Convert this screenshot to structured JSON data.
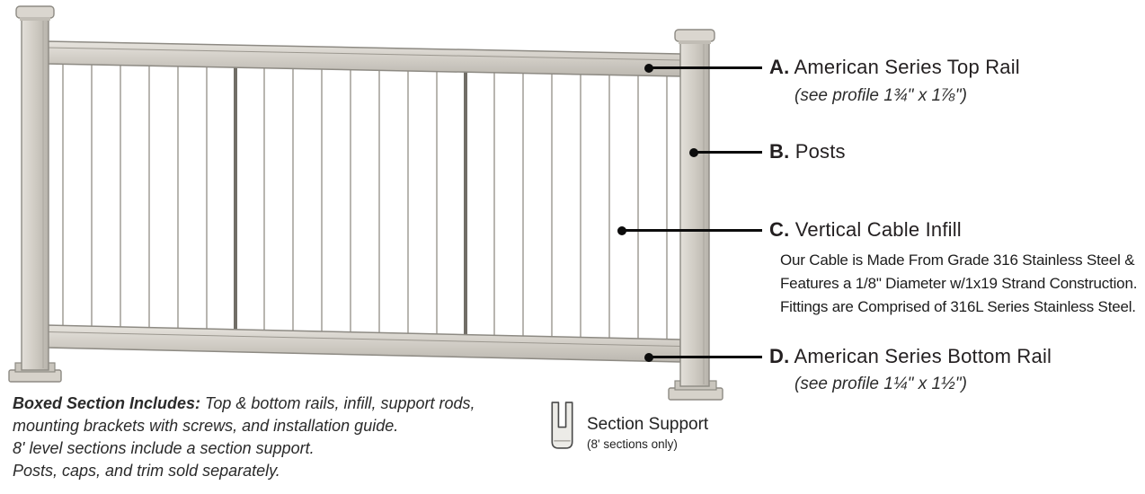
{
  "diagram": {
    "callouts": [
      {
        "letter": "A.",
        "label": " American Series Top Rail",
        "sub": "(see profile 1¾\" x 1⅞\")"
      },
      {
        "letter": "B.",
        "label": " Posts"
      },
      {
        "letter": "C.",
        "label": " Vertical Cable Infill",
        "desc_lines": [
          "Our Cable is Made From Grade 316 Stainless Steel &",
          "Features a 1/8\" Diameter w/1x19 Strand Construction.",
          "Fittings are Comprised of 316L Series Stainless Steel."
        ]
      },
      {
        "letter": "D.",
        "label": " American Series Bottom Rail",
        "sub": "(see profile 1¼\" x 1½\")"
      }
    ]
  },
  "notes": {
    "bold_lead": "Boxed Section Includes:",
    "line1_rest": " Top & bottom rails, infill, support rods,",
    "line2": "mounting brackets with screws, and installation guide.",
    "line3": "8' level sections include a section support.",
    "line4": "Posts, caps, and trim sold separately."
  },
  "section_support": {
    "label": "Section Support",
    "sub": "(8' sections only)"
  },
  "colors": {
    "metal_fill": "#d3cfc8",
    "metal_stroke": "#8d8a83",
    "cable": "#9a968e",
    "support_rod": "#716e67",
    "callout": "#0c0c0c"
  }
}
